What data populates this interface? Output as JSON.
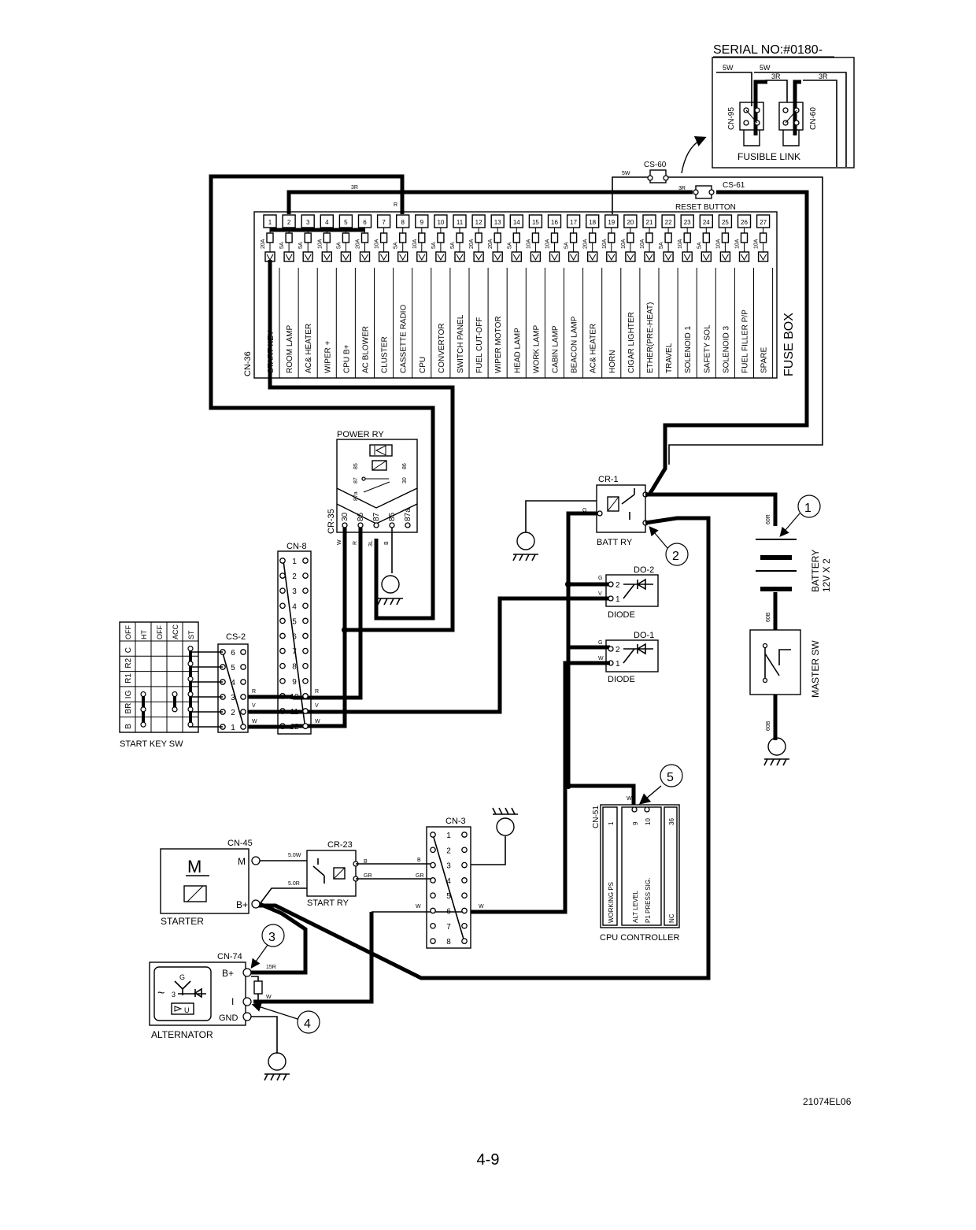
{
  "serial_no": "SERIAL NO:#0180-",
  "fusible_link": {
    "label": "FUSIBLE LINK",
    "left": "CN-95",
    "right": "CN-60",
    "wire_labels": [
      "5W",
      "5W",
      "3R",
      "3R"
    ]
  },
  "fuse_box": {
    "title": "FUSE BOX",
    "connector": "CN-36",
    "cs60": "CS-60",
    "cs61": "CS-61",
    "reset_button": "RESET BUTTON",
    "wire_3r": "3R",
    "wire_r": "R",
    "wire_5w": "5W",
    "wire_3r_b": "3R",
    "fuses": [
      {
        "num": "1",
        "amp": "20A",
        "name": "START KEY"
      },
      {
        "num": "2",
        "amp": "5A",
        "name": "ROOM LAMP"
      },
      {
        "num": "3",
        "amp": "5A",
        "name": "AC& HEATER"
      },
      {
        "num": "4",
        "amp": "10A",
        "name": "WIPER +"
      },
      {
        "num": "5",
        "amp": "5A",
        "name": "CPU  B+"
      },
      {
        "num": "6",
        "amp": "20A",
        "name": "AC BLOWER"
      },
      {
        "num": "7",
        "amp": "10A",
        "name": "CLUSTER"
      },
      {
        "num": "8",
        "amp": "5A",
        "name": "CASSETTE RADIO"
      },
      {
        "num": "9",
        "amp": "10A",
        "name": "CPU"
      },
      {
        "num": "10",
        "amp": "5A",
        "name": "CONVERTOR"
      },
      {
        "num": "11",
        "amp": "5A",
        "name": "SWITCH PANEL"
      },
      {
        "num": "12",
        "amp": "20A",
        "name": "FUEL CUT-OFF"
      },
      {
        "num": "13",
        "amp": "20A",
        "name": "WIPER MOTOR"
      },
      {
        "num": "14",
        "amp": "5A",
        "name": "HEAD LAMP"
      },
      {
        "num": "15",
        "amp": "10A",
        "name": "WORK LAMP"
      },
      {
        "num": "16",
        "amp": "10A",
        "name": "CABIN LAMP"
      },
      {
        "num": "17",
        "amp": "5A",
        "name": "BEACON LAMP"
      },
      {
        "num": "18",
        "amp": "20A",
        "name": "AC& HEATER"
      },
      {
        "num": "19",
        "amp": "10A",
        "name": "HORN"
      },
      {
        "num": "20",
        "amp": "10A",
        "name": "CIGAR LIGHTER"
      },
      {
        "num": "21",
        "amp": "10A",
        "name": "ETHER(PRE-HEAT)"
      },
      {
        "num": "22",
        "amp": "5A",
        "name": "TRAVEL"
      },
      {
        "num": "23",
        "amp": "10A",
        "name": "SOLENOID 1"
      },
      {
        "num": "24",
        "amp": "5A",
        "name": "SAFETY SOL"
      },
      {
        "num": "25",
        "amp": "10A",
        "name": "SOLENOID 3"
      },
      {
        "num": "26",
        "amp": "10A",
        "name": "FUEL FILLER P/P"
      },
      {
        "num": "27",
        "amp": "10A",
        "name": "SPARE"
      }
    ]
  },
  "power_ry": {
    "title": "POWER RY",
    "connector": "CR-35",
    "pins": [
      "30",
      "86",
      "87",
      "85",
      "87a"
    ],
    "inner_pins": [
      "85",
      "86",
      "87",
      "30",
      "87a"
    ],
    "wires": [
      "W",
      "R",
      "3L",
      "B"
    ]
  },
  "cn8": {
    "title": "CN-8",
    "pins": [
      "1",
      "2",
      "3",
      "4",
      "5",
      "6",
      "7",
      "8",
      "9",
      "10",
      "11",
      "12"
    ]
  },
  "start_key": {
    "title": "START KEY SW",
    "connector": "CS-2",
    "columns": [
      "OFF",
      "HT",
      "OFF",
      "ACC",
      "ST"
    ],
    "rows": [
      "C",
      "R2",
      "R1",
      "IG",
      "BR",
      "B"
    ],
    "pins": [
      "6",
      "5",
      "4",
      "3",
      "2",
      "1"
    ],
    "wires": [
      "R",
      "V",
      "W"
    ],
    "wires_right": [
      "R",
      "V",
      "W"
    ]
  },
  "batt_ry": {
    "title": "BATT RY",
    "connector": "CR-1",
    "wire": "G"
  },
  "battery": {
    "title": "BATTERY",
    "spec": "12V X 2",
    "wire_top": "60R",
    "wire_bottom": "60B"
  },
  "master_sw": {
    "title": "MASTER SW",
    "wire": "60B"
  },
  "do2": {
    "title": "DO-2",
    "label": "DIODE",
    "pins": [
      "2",
      "1"
    ],
    "wires": [
      "G",
      "V"
    ]
  },
  "do1": {
    "title": "DO-1",
    "label": "DIODE",
    "pins": [
      "2",
      "1"
    ],
    "wires": [
      "G",
      "W"
    ]
  },
  "cpu": {
    "title": "CPU CONTROLLER",
    "connector": "CN-51",
    "pins": [
      "1",
      "9",
      "10",
      "36"
    ],
    "labels": [
      "WORKING PS",
      "ALT LEVEL",
      "P1 PRESS SIG.",
      "NC"
    ],
    "wire": "W"
  },
  "starter": {
    "title": "STARTER",
    "connector": "CN-45",
    "motor": "M",
    "pins": [
      "M",
      "B+"
    ]
  },
  "start_ry": {
    "title": "START RY",
    "connector": "CR-23",
    "wires": [
      "5.0W",
      "5.0R",
      "B",
      "GR"
    ]
  },
  "cn3": {
    "title": "CN-3",
    "pins": [
      "1",
      "2",
      "3",
      "4",
      "5",
      "6",
      "7",
      "8"
    ],
    "wires": [
      "B",
      "GR",
      "W",
      "W"
    ]
  },
  "alternator": {
    "title": "ALTERNATOR",
    "connector": "CN-74",
    "pins": [
      "B+",
      "I",
      "GND"
    ],
    "symbols": [
      "~",
      "G",
      "3",
      "U"
    ],
    "wires": [
      "15R",
      "W"
    ]
  },
  "callouts": [
    "1",
    "2",
    "3",
    "4",
    "5"
  ],
  "drawing_code": "21074EL06",
  "page_number": "4-9"
}
